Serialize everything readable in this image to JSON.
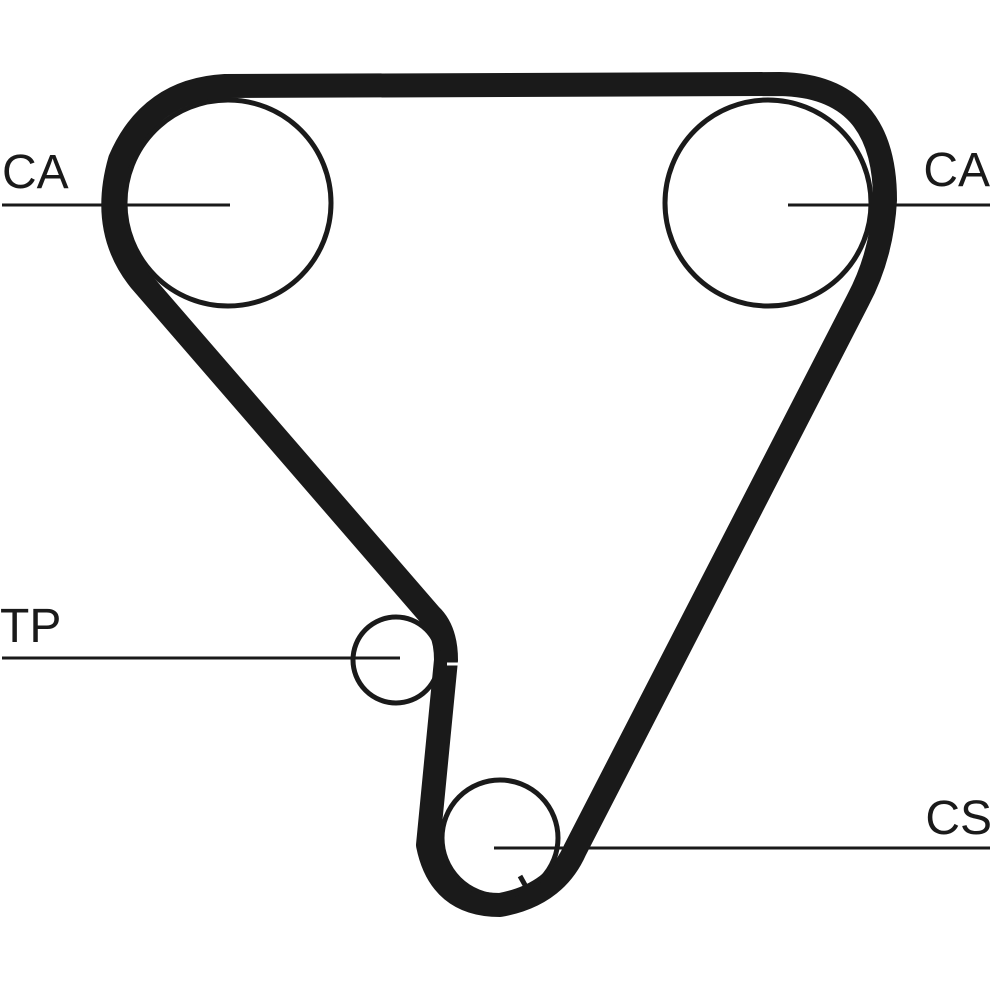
{
  "colors": {
    "background": "#ffffff",
    "ink": "#1a1a1a"
  },
  "labels": {
    "camshaft_left": "CA",
    "camshaft_right": "CA",
    "tensioner": "TP",
    "crankshaft": "CS"
  }
}
